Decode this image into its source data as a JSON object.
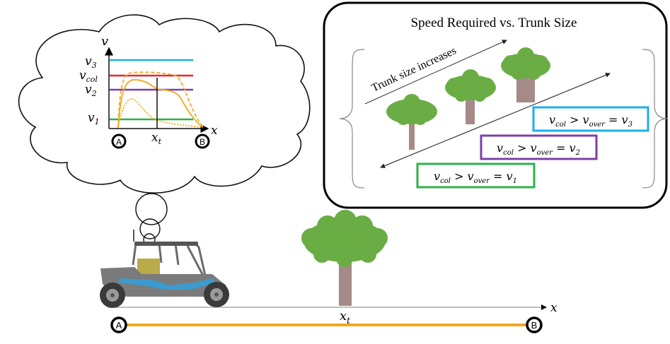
{
  "thought_graph": {
    "y_axis_label": "v",
    "x_axis_label": "x",
    "levels": [
      {
        "label": "v3",
        "main": "v",
        "sub": "3",
        "color": "#1ab0e8"
      },
      {
        "label": "vcol",
        "main": "v",
        "sub": "col",
        "color": "#e8262a"
      },
      {
        "label": "v2",
        "main": "v",
        "sub": "2",
        "color": "#7b3fa8"
      },
      {
        "label": "v1",
        "main": "v",
        "sub": "1",
        "color": "#2db24a"
      }
    ],
    "marker_label_main": "x",
    "marker_label_sub": "t",
    "start_label": "A",
    "end_label": "B",
    "curve_color": "#f4a81d"
  },
  "panel": {
    "title": "Speed Required vs. Trunk Size",
    "arrow_label": "Trunk size increases",
    "boxes": [
      {
        "lhs_main": "v",
        "lhs_sub": "col",
        "op": ">",
        "mid_main": "v",
        "mid_sub": "over",
        "eq": "=",
        "rhs_main": "v",
        "rhs_sub": "3",
        "color": "#1ab0e8"
      },
      {
        "lhs_main": "v",
        "lhs_sub": "col",
        "op": ">",
        "mid_main": "v",
        "mid_sub": "over",
        "eq": "=",
        "rhs_main": "v",
        "rhs_sub": "2",
        "color": "#7b3fa8"
      },
      {
        "lhs_main": "v",
        "lhs_sub": "col",
        "op": ">",
        "mid_main": "v",
        "mid_sub": "over",
        "eq": "=",
        "rhs_main": "v",
        "rhs_sub": "1",
        "color": "#2db24a"
      }
    ],
    "tree_colors": {
      "canopy": "#6aad45",
      "trunk": "#a68a88"
    }
  },
  "ground": {
    "x_axis_label": "x",
    "tree_label_main": "x",
    "tree_label_sub": "t",
    "start_label": "A",
    "end_label": "B",
    "path_color": "#f4a81d"
  },
  "vehicle": {
    "name": "off-road side-by-side vehicle",
    "accent": "#3a9bd0"
  }
}
